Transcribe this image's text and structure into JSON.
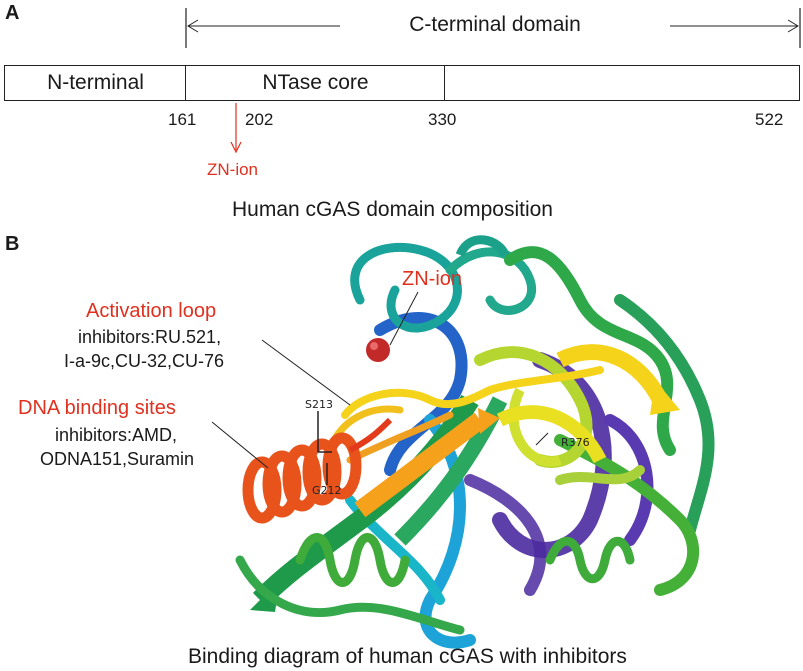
{
  "panel_a": {
    "label": "A",
    "c_terminal_label": "C-terminal domain",
    "segments": [
      "N-terminal",
      "NTase core",
      ""
    ],
    "positions": [
      "161",
      "202",
      "330",
      "522"
    ],
    "zn_label": "ZN-ion",
    "caption": "Human cGAS domain composition"
  },
  "panel_b": {
    "label": "B",
    "zn_label": "ZN-ion",
    "activation_title": "Activation loop",
    "activation_inhibitors_1": "inhibitors:RU.521,",
    "activation_inhibitors_2": "I-a-9c,CU-32,CU-76",
    "dna_title": "DNA binding sites",
    "dna_inhibitors_1": "inhibitors:AMD,",
    "dna_inhibitors_2": "ODNA151,Suramin",
    "residues": [
      "S213",
      "G212",
      "R376"
    ],
    "caption": "Binding diagram of human cGAS with inhibitors"
  },
  "colors": {
    "accent_red": "#e0301e",
    "helix_orange": "#e8531b",
    "loop_yellow": "#f5d31a",
    "green": "#2fa84a",
    "teal": "#1aa39a",
    "blue": "#2464c8",
    "purple": "#4b2aa0",
    "yellow_green": "#b5d630"
  }
}
